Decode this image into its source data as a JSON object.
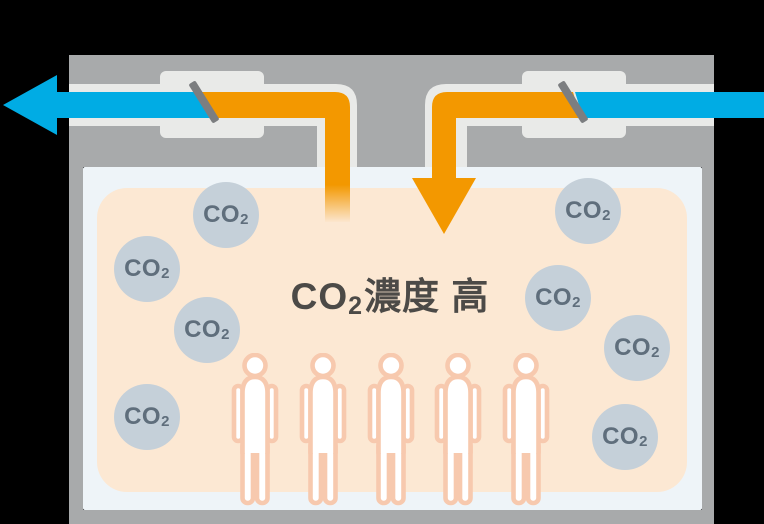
{
  "diagram": {
    "description_note": "",
    "title": {
      "prefix": "CO",
      "subscript": "2",
      "suffix": "濃度 高"
    },
    "co2_label": {
      "prefix": "CO",
      "subscript": "2"
    },
    "bubble_count": 8,
    "occupant_count": 5,
    "colors": {
      "background": "#000000",
      "structure_gray": "#a8aaab",
      "vent_light_gray": "#e9eae8",
      "duct_lining": "#e9eae8",
      "fresh_air_blue": "#00ace4",
      "warm_air_orange": "#f39800",
      "room_border_white": "#eef4f8",
      "room_fill": "#fce8d3",
      "damper_gray": "#7c7e80",
      "bubble_fill": "#c5d0d9",
      "bubble_text": "#5f6e7c",
      "title_text": "#4c4a47",
      "person_outline": "#f7c9ae",
      "person_fill": "#ffffff"
    }
  }
}
